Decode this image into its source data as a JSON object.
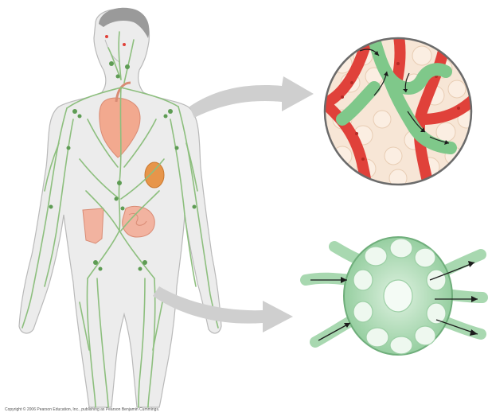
{
  "copyright": "Copyright © 2006 Pearson Education, Inc., publishing as Pearson Benjamin Cummings.",
  "colors": {
    "skin": "#ececec",
    "outline": "#b9b9b9",
    "lymph": "#8dbf7e",
    "lymph_dark": "#5e9c54",
    "heart": "#f2a98f",
    "spleen": "#e7954a",
    "intestine": "#f2b3a0",
    "capillary_red": "#e0413a",
    "vessel_green": "#7fc88a",
    "node_green": "#a8d8b0",
    "arrow_gray": "#cfcfcf"
  },
  "panels": [
    "human-figure",
    "capillary-bed-inset",
    "lymph-node-inset"
  ]
}
